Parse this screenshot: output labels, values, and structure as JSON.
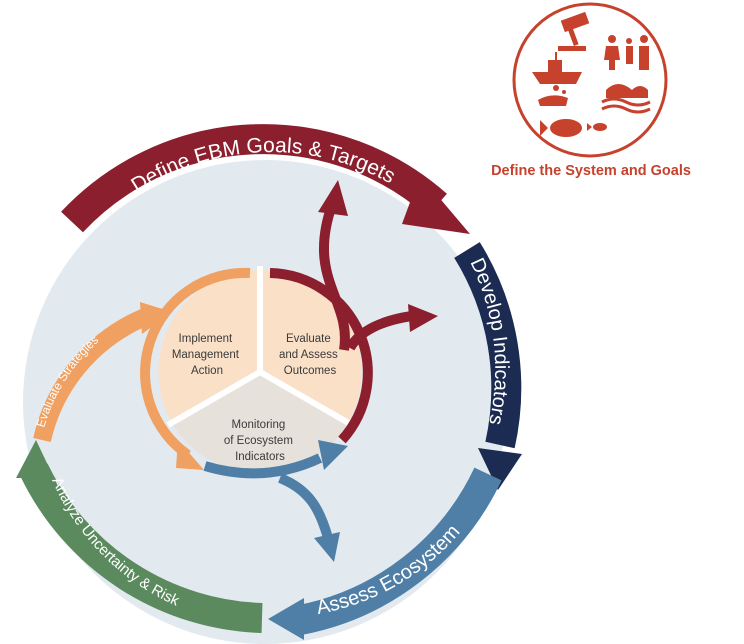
{
  "cycle": {
    "define_goals": "Define EBM Goals & Targets",
    "develop_indicators": "Develop Indicators",
    "assess_ecosystem": "Assess Ecosystem",
    "analyze_risk": "Analyze Uncertainty & Risk",
    "evaluate_strategies": "Evaluate Strategies"
  },
  "center": {
    "implement": [
      "Implement",
      "Management",
      "Action"
    ],
    "evaluate": [
      "Evaluate",
      "and Assess",
      "Outcomes"
    ],
    "monitoring": [
      "Monitoring",
      "of Ecosystem",
      "Indicators"
    ]
  },
  "system_badge": {
    "title": "Define the System and Goals",
    "icons": [
      "gavel-icon",
      "family-icon",
      "fishing-boat-icon",
      "hand-icon",
      "habitat-icon",
      "fish-icon"
    ]
  },
  "colors": {
    "define_goals": "#8b1f2e",
    "develop_indicators": "#1c2b52",
    "assess_ecosystem": "#4f7fa6",
    "analyze_risk": "#5b8a5e",
    "evaluate_strategies": "#f0a060",
    "background_disc": "#e2eaf0",
    "implement_wedge": "#fbe0c8",
    "badge": "#c6422d"
  }
}
